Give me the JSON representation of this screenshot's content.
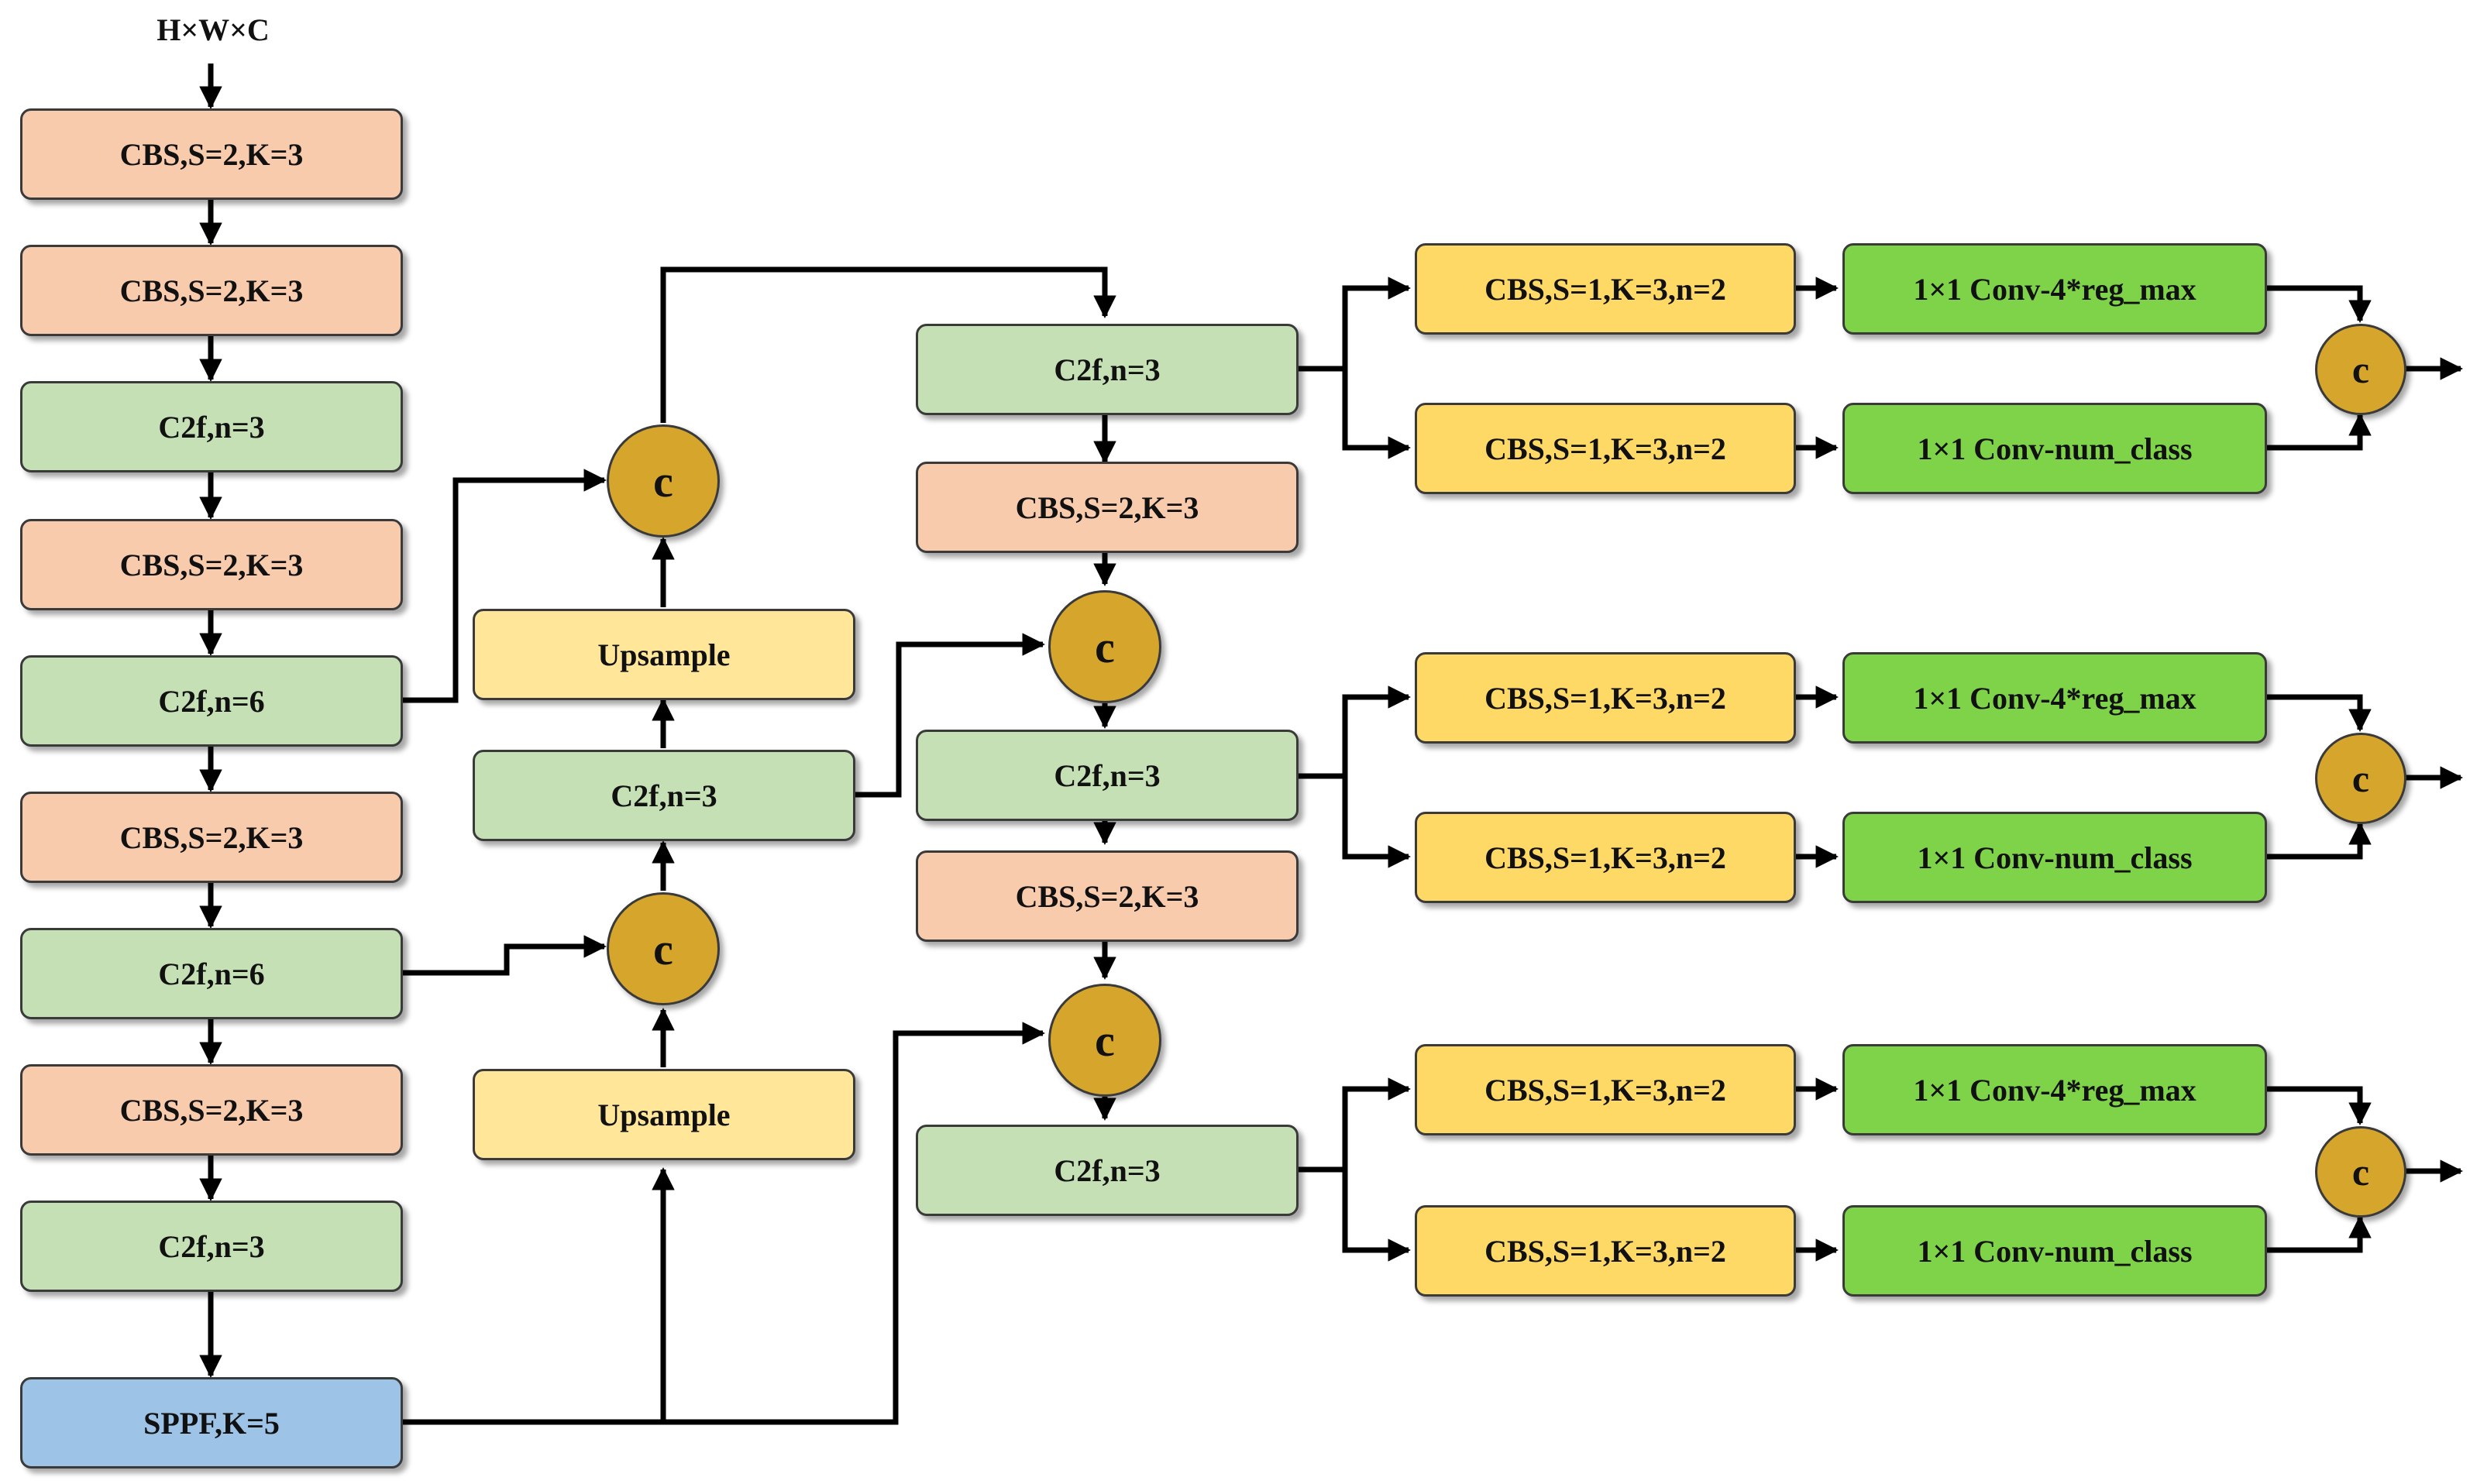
{
  "input_label": "H×W×C",
  "colors": {
    "cbs": "#f8cbad",
    "c2f": "#c5e0b4",
    "sppf": "#9dc3e6",
    "upsample": "#ffe699",
    "head_cbs": "#ffd966",
    "head_conv": "#7ed348",
    "concat": "#d6a52c",
    "line": "#000000"
  },
  "backbone": {
    "cbs1": "CBS,S=2,K=3",
    "cbs2": "CBS,S=2,K=3",
    "c2f1": "C2f,n=3",
    "cbs3": "CBS,S=2,K=3",
    "c2f2": "C2f,n=6",
    "cbs4": "CBS,S=2,K=3",
    "c2f3": "C2f,n=6",
    "cbs5": "CBS,S=2,K=3",
    "c2f4": "C2f,n=3",
    "sppf": "SPPF,K=5"
  },
  "neck": {
    "upsample_top": "Upsample",
    "c2f_mid": "C2f,n=3",
    "upsample_bottom": "Upsample",
    "concat_label": "c",
    "c2f_p3": "C2f,n=3",
    "cbs_down1": "CBS,S=2,K=3",
    "c2f_p4": "C2f,n=3",
    "cbs_down2": "CBS,S=2,K=3",
    "c2f_p5": "C2f,n=3"
  },
  "heads": [
    {
      "cbs_reg": "CBS,S=1,K=3,n=2",
      "conv_reg": "1×1 Conv-4*reg_max",
      "cbs_cls": "CBS,S=1,K=3,n=2",
      "conv_cls": "1×1 Conv-num_class",
      "concat": "c"
    },
    {
      "cbs_reg": "CBS,S=1,K=3,n=2",
      "conv_reg": "1×1 Conv-4*reg_max",
      "cbs_cls": "CBS,S=1,K=3,n=2",
      "conv_cls": "1×1 Conv-num_class",
      "concat": "c"
    },
    {
      "cbs_reg": "CBS,S=1,K=3,n=2",
      "conv_reg": "1×1 Conv-4*reg_max",
      "cbs_cls": "CBS,S=1,K=3,n=2",
      "conv_cls": "1×1 Conv-num_class",
      "concat": "c"
    }
  ]
}
